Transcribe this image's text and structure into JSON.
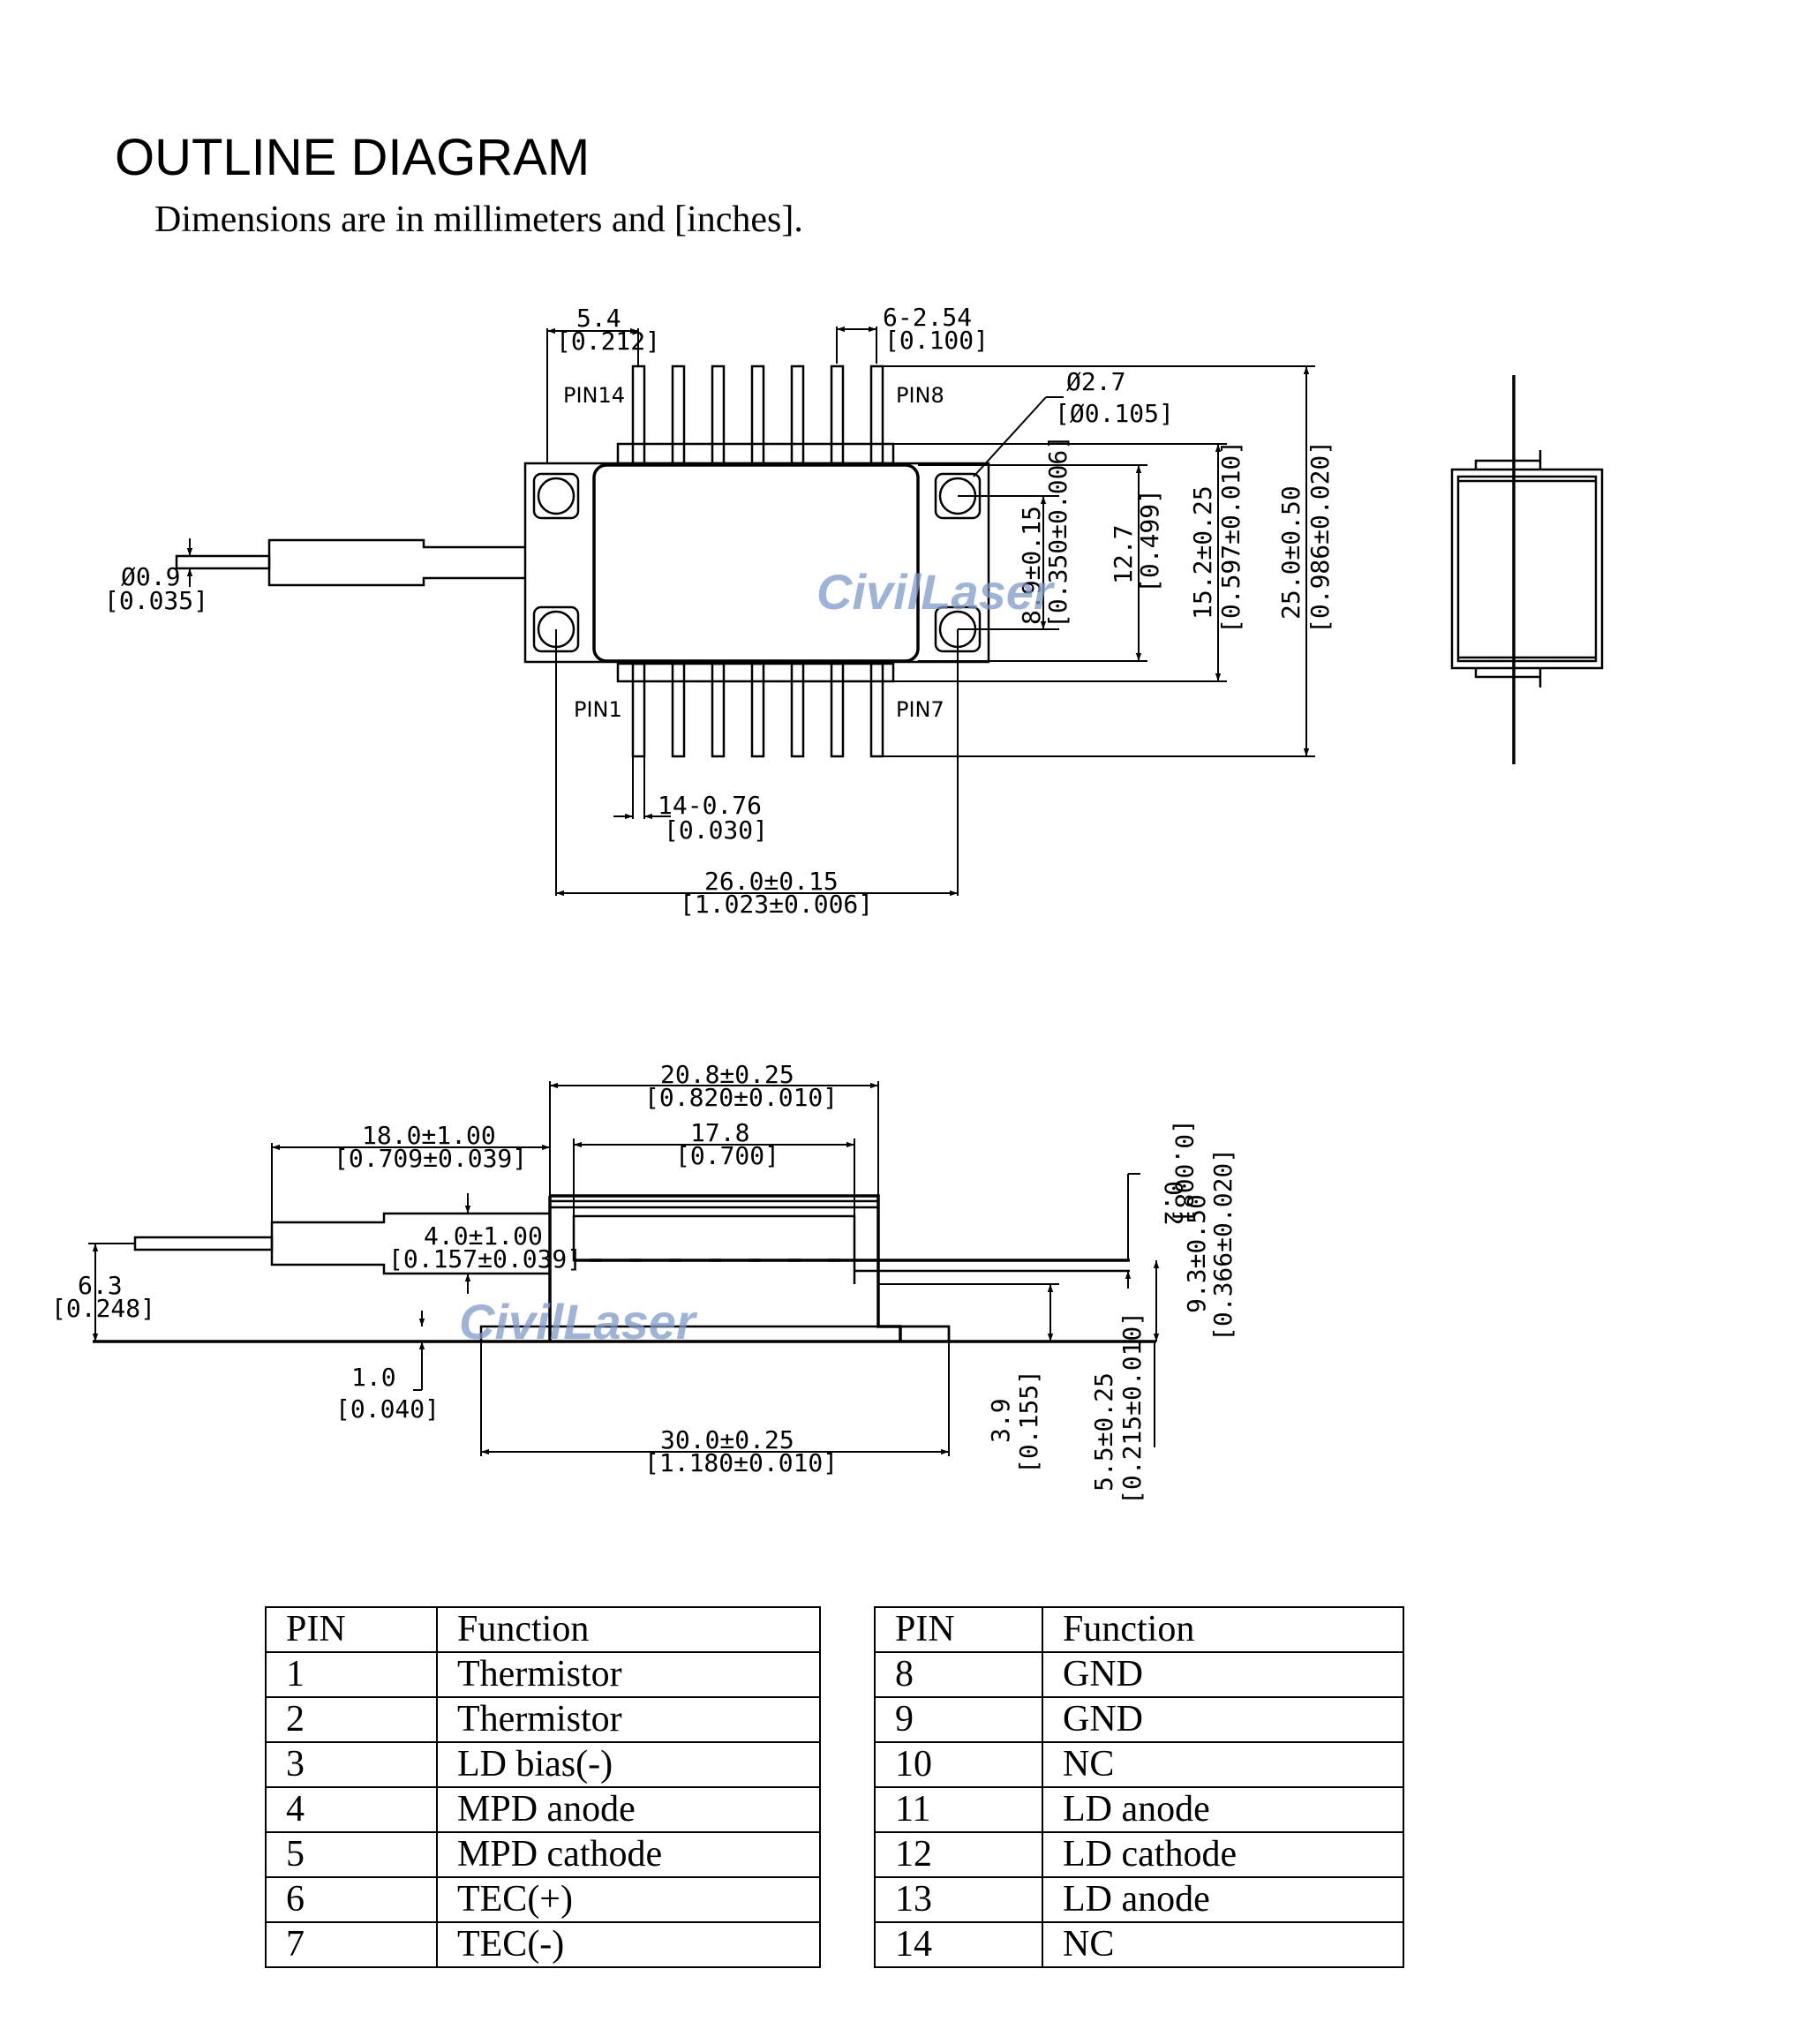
{
  "header": {
    "title": "OUTLINE DIAGRAM",
    "subtitle": "Dimensions are in millimeters and [inches]."
  },
  "watermark": "CivilLaser",
  "top_view": {
    "pin_labels": [
      "PIN14",
      "PIN8",
      "PIN1",
      "PIN7"
    ],
    "dimensions": {
      "pin_edge_mm": "5.4",
      "pin_edge_in": "[0.212]",
      "pitch_mm": "6-2.54",
      "pitch_in": "[0.100]",
      "hole_mm": "Ø2.7",
      "hole_in": "[Ø0.105]",
      "fiber_mm": "Ø0.9",
      "fiber_in": "[0.035]",
      "hole_spacing_mm": "8.9±0.15",
      "hole_spacing_in": "[0.350±0.006]",
      "body_width_mm": "12.7",
      "body_width_in": "[0.499]",
      "flange_width_mm": "15.2±0.25",
      "flange_width_in": "[0.597±0.010]",
      "overall_mm": "25.0±0.50",
      "overall_in": "[0.986±0.020]",
      "pin_width_mm": "14-0.76",
      "pin_width_in": "[0.030]",
      "hole_pitch_mm": "26.0±0.15",
      "hole_pitch_in": "[1.023±0.006]"
    }
  },
  "side_view": {
    "dimensions": {
      "body_len_mm": "20.8±0.25",
      "body_len_in": "[0.820±0.010]",
      "pin_row_mm": "17.8",
      "pin_row_in": "[0.700]",
      "boot_mm": "18.0±1.00",
      "boot_in": "[0.709±0.039]",
      "boot_h_mm": "4.0±1.00",
      "boot_h_in": "[0.157±0.039]",
      "fiber_h_mm": "6.3",
      "fiber_h_in": "[0.248]",
      "base_mm": "1.0",
      "base_in": "[0.040]",
      "flange_len_mm": "30.0±0.25",
      "flange_len_in": "[1.180±0.010]",
      "lid_mm": "0.2",
      "lid_in": "[0.008]",
      "height_mm": "9.3±0.50",
      "height_in": "[0.366±0.020]",
      "pin_h_mm": "3.9",
      "pin_h_in": "[0.155]",
      "pin_top_mm": "5.5±0.25",
      "pin_top_in": "[0.215±0.010]"
    }
  },
  "pin_table": {
    "headers": [
      "PIN",
      "Function",
      "PIN",
      "Function"
    ],
    "rows": [
      [
        "1",
        "Thermistor",
        "8",
        "GND"
      ],
      [
        "2",
        "Thermistor",
        "9",
        "GND"
      ],
      [
        "3",
        "LD bias(-)",
        "10",
        "NC"
      ],
      [
        "4",
        "MPD anode",
        "11",
        "LD anode"
      ],
      [
        "5",
        "MPD cathode",
        "12",
        "LD cathode"
      ],
      [
        "6",
        "TEC(+)",
        "13",
        "LD anode"
      ],
      [
        "7",
        "TEC(-)",
        "14",
        "NC"
      ]
    ]
  }
}
